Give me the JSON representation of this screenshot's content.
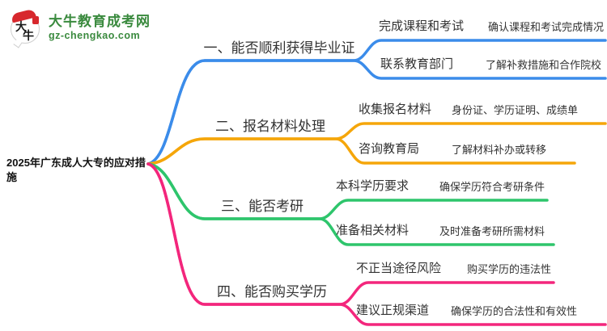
{
  "site": {
    "name": "大牛教育成考网",
    "domain": "gz-chengkao.com",
    "logo_char_top": "大",
    "logo_char_bottom": "牛",
    "brand_green": "#3a8a3e",
    "brand_red": "#d7282d"
  },
  "mindmap": {
    "root": "2025年广东成人大专的应对措施",
    "branches": [
      {
        "label": "一、能否顺利获得毕业证",
        "color": "#3b8cea",
        "children": [
          {
            "label": "完成课程和考试",
            "detail": "确认课程和考试完成情况"
          },
          {
            "label": "联系教育部门",
            "detail": "了解补救措施和合作院校"
          }
        ]
      },
      {
        "label": "二、报名材料处理",
        "color": "#f5a60a",
        "children": [
          {
            "label": "收集报名材料",
            "detail": "身份证、学历证明、成绩单"
          },
          {
            "label": "咨询教育局",
            "detail": "了解材料补办或转移"
          }
        ]
      },
      {
        "label": "三、能否考研",
        "color": "#2ec56c",
        "children": [
          {
            "label": "本科学历要求",
            "detail": "确保学历符合考研条件"
          },
          {
            "label": "准备相关材料",
            "detail": "及时准备考研所需材料"
          }
        ]
      },
      {
        "label": "四、能否购买学历",
        "color": "#f3267c",
        "children": [
          {
            "label": "不正当途径风险",
            "detail": "购买学历的违法性"
          },
          {
            "label": "建议正规渠道",
            "detail": "确保学历的合法性和有效性"
          }
        ]
      }
    ]
  }
}
